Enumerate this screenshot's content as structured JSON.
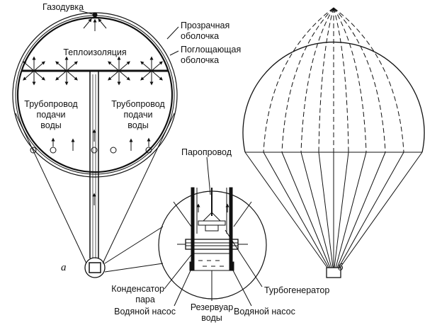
{
  "labels": {
    "gas_blower": "Газодувка",
    "transparent_shell_1": "Прозрачная",
    "transparent_shell_2": "оболочка",
    "absorbing_shell_1": "Поглощающая",
    "absorbing_shell_2": "оболочка",
    "insulation": "Теплоизоляция",
    "pipe_left_1": "Трубопровод",
    "pipe_left_2": "подачи",
    "pipe_left_3": "воды",
    "pipe_right_1": "Трубопровод",
    "pipe_right_2": "подачи",
    "pipe_right_3": "воды",
    "steam_line": "Паропровод",
    "condenser_1": "Конденсатор",
    "condenser_2": "пара",
    "pump_left": "Водяной насос",
    "reservoir_1": "Резервуар",
    "reservoir_2": "воды",
    "pump_right": "Водяной насос",
    "turbogenerator": "Турбогенератор",
    "fig_a": "а",
    "fig_b": "б"
  }
}
